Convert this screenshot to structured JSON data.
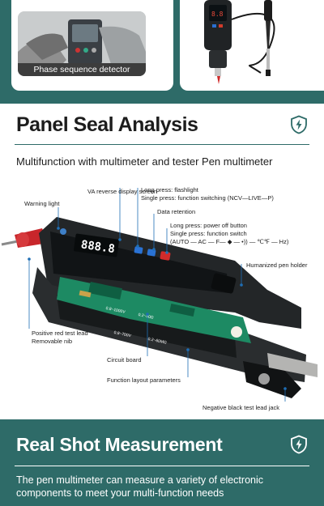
{
  "top_section": {
    "phase_label": "Phase sequence detector"
  },
  "analysis": {
    "title": "Panel Seal Analysis",
    "subtitle": "Multifunction with multimeter and tester Pen multimeter",
    "annotations": {
      "va_reverse": "VA reverse display screen",
      "warning_light": "Warning light",
      "long_press_flash": "Long press: flashlight",
      "single_press_ncv": "Single press: function switching (NCV—LIVE—P)",
      "data_retention": "Data retention",
      "long_press_power": "Long press: power off button",
      "single_press_switch": "Single press: function switch",
      "function_list": "(AUTO — AC — F— ◆ — •)) — ℃℉ — Hz)",
      "pen_holder": "Humanized pen holder",
      "red_lead": "Positive red test lead",
      "removable_nib": "Removable nib",
      "circuit_board": "Circuit board",
      "function_layout": "Function layout parameters",
      "black_jack": "Negative black test lead jack"
    },
    "device": {
      "display": "888.8",
      "board_labels": [
        "0.8~1000V",
        "0.2~50Ω",
        "0.8~700V",
        "0.2~60MΩ"
      ]
    }
  },
  "bottom": {
    "title": "Real Shot Measurement",
    "description": "The pen multimeter can measure a variety of electronic components to meet your multi-function needs"
  },
  "colors": {
    "teal": "#2e6b68",
    "accent_blue": "#1f6fb5",
    "text_dark": "#1d1d1d"
  }
}
